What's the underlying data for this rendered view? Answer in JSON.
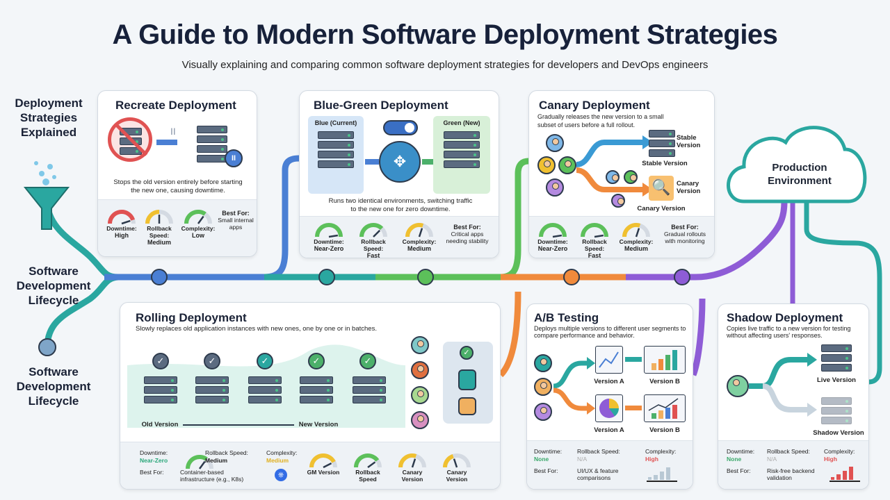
{
  "header": {
    "title": "A Guide to Modern Software Deployment Strategies",
    "subtitle": "Visually explaining and comparing common software deployment strategies for developers and DevOps engineers"
  },
  "side": {
    "top": "Deployment Strategies Explained",
    "mid": "Software Development Lifecycle",
    "bottom": "Software Development Lifecycle"
  },
  "colors": {
    "blue": "#4a7fd4",
    "teal": "#2aa7a0",
    "green": "#5cc05a",
    "orange": "#f08a3c",
    "purple": "#8e5cd6",
    "red": "#e05252",
    "yellow": "#f0c030"
  },
  "recreate": {
    "title": "Recreate Deployment",
    "desc": "Stops the old version entirely before starting the new one, causing downtime.",
    "metrics": [
      {
        "label": "Downtime:",
        "value": "High",
        "color": "#e05252",
        "level": 0.9
      },
      {
        "label": "Rollback Speed:",
        "value": "Medium",
        "color": "#f0c030",
        "level": 0.5
      },
      {
        "label": "Complexity:",
        "value": "Low",
        "color": "#5cc05a",
        "level": 0.7
      }
    ],
    "best_for_label": "Best For:",
    "best_for": "Small internal apps"
  },
  "bluegreen": {
    "title": "Blue-Green Deployment",
    "blue_label": "Blue (Current)",
    "green_label": "Green (New)",
    "desc": "Runs two identical environments, switching traffic to the new one for zero downtime.",
    "metrics": [
      {
        "label": "Downtime:",
        "value": "Near-Zero",
        "color": "#5cc05a",
        "level": 1
      },
      {
        "label": "Rollback Speed:",
        "value": "Fast",
        "color": "#5cc05a",
        "level": 0.75
      },
      {
        "label": "Complexity:",
        "value": "Medium",
        "color": "#f0c030",
        "level": 0.6
      }
    ],
    "best_for_label": "Best For:",
    "best_for": "Critical apps needing stability"
  },
  "canary": {
    "title": "Canary Deployment",
    "desc": "Gradually releases the new version to a small subset of users before a full rollout.",
    "stable_side": "Stable Version",
    "stable_below": "Stable Version",
    "canary_side": "Canary Version",
    "canary_below": "Canary Version",
    "metrics": [
      {
        "label": "Downtime:",
        "value": "Near-Zero",
        "color": "#5cc05a",
        "level": 1
      },
      {
        "label": "Rollback Speed:",
        "value": "Fast",
        "color": "#5cc05a",
        "level": 1
      },
      {
        "label": "Complexity:",
        "value": "Medium",
        "color": "#f0c030",
        "level": 0.6
      }
    ],
    "best_for_label": "Best For:",
    "best_for": "Gradual rollouts with monitoring"
  },
  "cloud": {
    "label": "Production Environment"
  },
  "rolling": {
    "title": "Rolling Deployment",
    "desc": "Slowly replaces old application instances with new ones, one by one or in batches.",
    "old_label": "Old Version",
    "new_label": "New Version",
    "downtime_label": "Downtime:",
    "downtime": "Near-Zero",
    "rollback_label": "Rollback Speed:",
    "rollback": "Medium",
    "complexity_label": "Complexity:",
    "complexity": "Medium",
    "best_for_label": "Best For:",
    "best_for": "Container-based infrastructure (e.g., K8s)",
    "rollback_gauge": {
      "color": "#5cc05a",
      "level": 0.7
    },
    "gauges": [
      {
        "label": "GM Version",
        "color": "#f0c030",
        "level": 0.85
      },
      {
        "label": "Rollback Speed",
        "color": "#5cc05a",
        "level": 0.8
      },
      {
        "label": "Canary Version",
        "color": "#f0c030",
        "level": 0.6
      },
      {
        "label": "Canary Version",
        "color": "#f0c030",
        "level": 0.4
      }
    ]
  },
  "ab": {
    "title": "A/B Testing",
    "desc": "Deploys multiple versions to different user segments to compare performance and behavior.",
    "labels": [
      "Version A",
      "Version B",
      "Version A",
      "Version B"
    ],
    "downtime_label": "Downtime:",
    "downtime": "None",
    "rollback_label": "Rollback Speed:",
    "rollback": "N/A",
    "complexity_label": "Complexity:",
    "complexity": "High",
    "best_for_label": "Best For:",
    "best_for": "UI/UX & feature comparisons"
  },
  "shadow": {
    "title": "Shadow Deployment",
    "desc": "Copies live traffic to a new version for testing without affecting users' responses.",
    "live_label": "Live Version",
    "shadow_label": "Shadow Version",
    "downtime_label": "Downtime:",
    "downtime": "None",
    "rollback_label": "Rollback Speed:",
    "rollback": "N/A",
    "complexity_label": "Complexity:",
    "complexity": "High",
    "best_for_label": "Best For:",
    "best_for": "Risk-free backend validation"
  }
}
